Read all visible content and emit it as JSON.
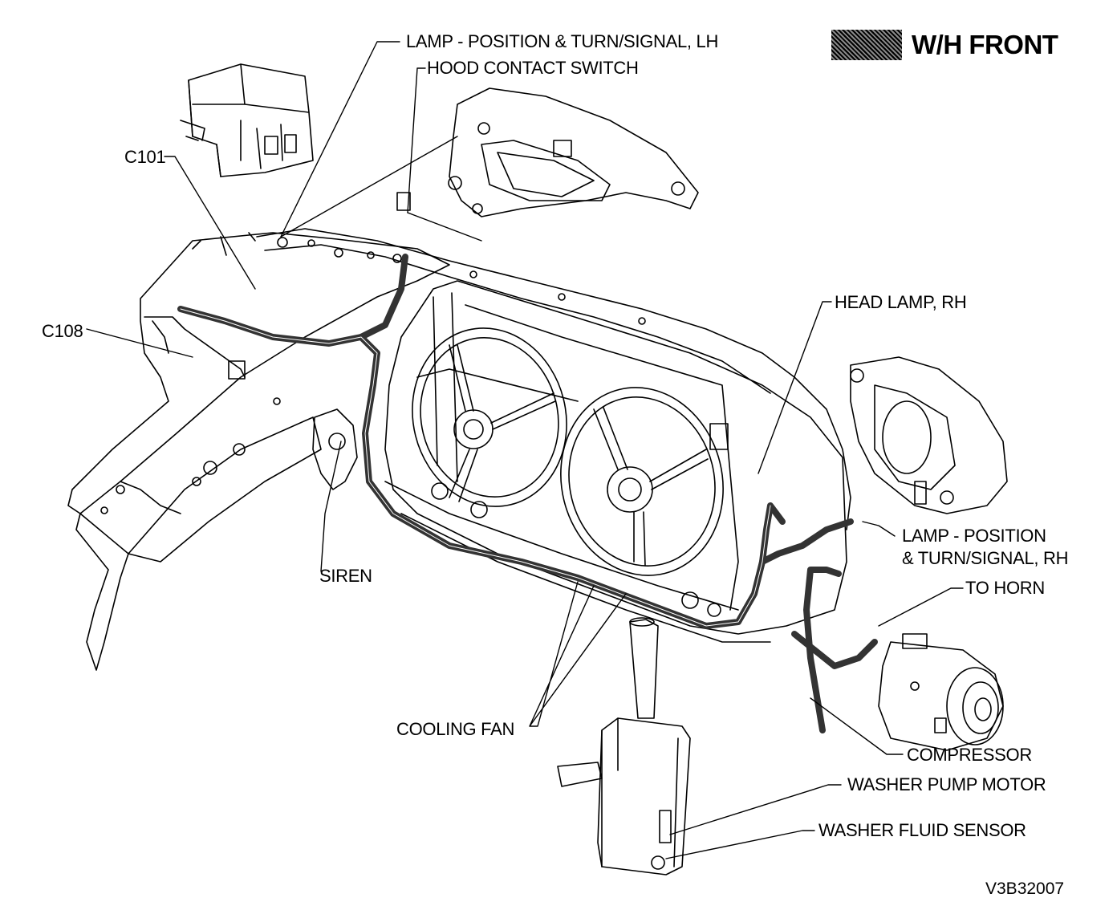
{
  "title": "W/H FRONT",
  "figure_code": "V3B32007",
  "labels": {
    "lamp_lh": "LAMP - POSITION & TURN/SIGNAL, LH",
    "hood_switch": "HOOD CONTACT SWITCH",
    "c101": "C101",
    "c108": "C108",
    "head_lamp_rh": "HEAD LAMP, RH",
    "lamp_rh_1": "LAMP - POSITION",
    "lamp_rh_2": "& TURN/SIGNAL, RH",
    "to_horn": "TO HORN",
    "siren": "SIREN",
    "cooling_fan": "COOLING FAN",
    "compressor": "COMPRESSOR",
    "washer_pump": "WASHER PUMP MOTOR",
    "washer_sensor": "WASHER FLUID SENSOR"
  }
}
